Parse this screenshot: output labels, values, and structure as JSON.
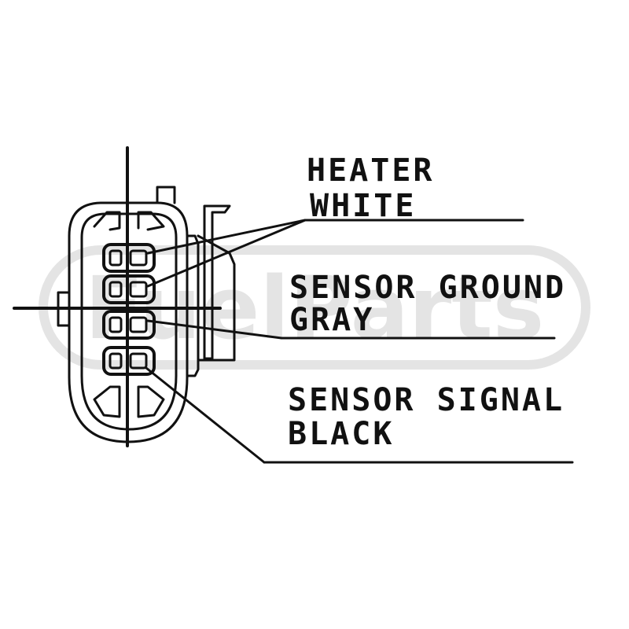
{
  "watermark": {
    "text": "FuelParts",
    "color": "#e4e4e4"
  },
  "labels": {
    "heater": "HEATER",
    "heater_color": "WHITE",
    "sensor_ground": "SENSOR GROUND",
    "sensor_ground_color": "GRAY",
    "sensor_signal": "SENSOR SIGNAL",
    "sensor_signal_color": "BLACK"
  },
  "colors": {
    "line": "#111111",
    "background": "#ffffff"
  }
}
